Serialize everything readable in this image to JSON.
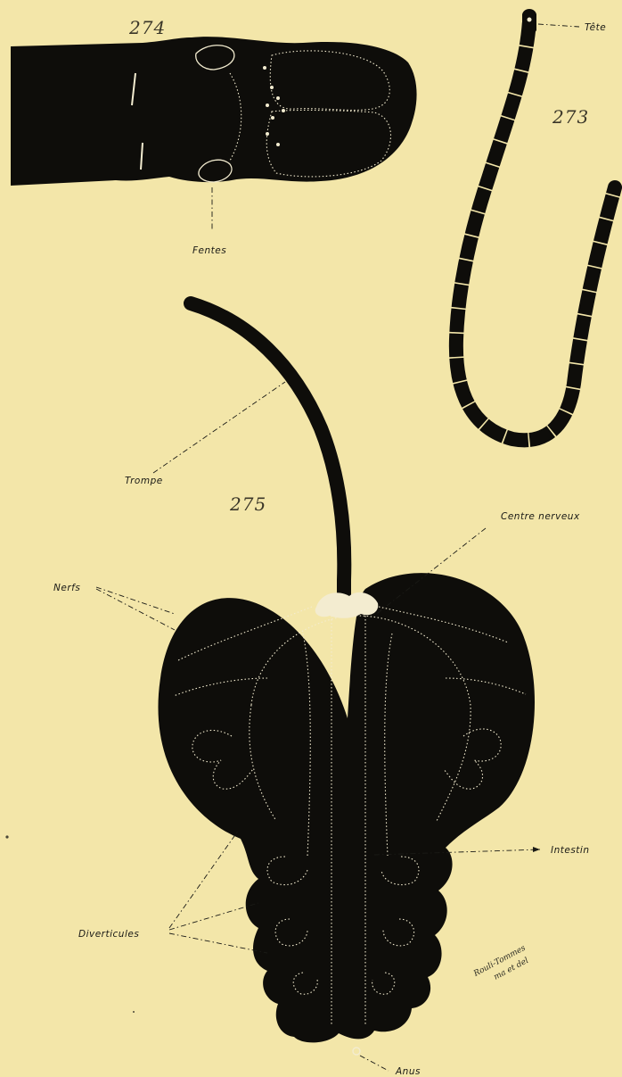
{
  "figures": {
    "fig_273": {
      "number": "273",
      "labels": {
        "tete": "Tête"
      }
    },
    "fig_274": {
      "number": "274",
      "labels": {
        "fentes": "Fentes"
      }
    },
    "fig_275": {
      "number": "275",
      "labels": {
        "trompe": "Trompe",
        "centre_nerveux": "Centre nerveux",
        "nerfs": "Nerfs",
        "intestin": "Intestin",
        "diverticules": "Diverticules",
        "anus": "Anus"
      }
    }
  },
  "signature": {
    "line1": "Rouli-Tommes",
    "line2": "ma et del"
  },
  "colors": {
    "paper": "#f3e6a9",
    "ink": "#0e0d0a",
    "dotted": "#f3ecd0"
  }
}
